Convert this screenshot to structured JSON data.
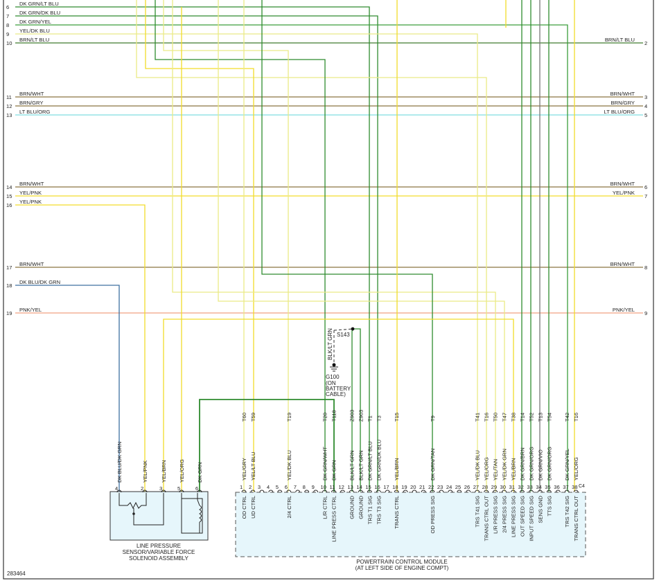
{
  "diagram_id": "283464",
  "colors": {
    "BRN_LT_BLU": "#3e7a2e",
    "DK_GRN": "#2e8b2e",
    "DK_GRN_YEL": "#3a9d3a",
    "YEL": "#f2dc2a",
    "YEL_LIGHT": "#eaea86",
    "BRN": "#8a7440",
    "LT_BLU_ORG": "#7fdde0",
    "BLUE": "#3d6fa0",
    "PNK_YEL": "#f0a080",
    "GRAY": "#777777",
    "LIME": "#9bd94a",
    "FRAME": "#333333"
  },
  "left_wires": [
    {
      "num": "6",
      "label": "DK GRN/LT BLU"
    },
    {
      "num": "7",
      "label": "DK GRN/DK BLU"
    },
    {
      "num": "8",
      "label": "DK GRN/YEL"
    },
    {
      "num": "9",
      "label": "YEL/DK BLU"
    },
    {
      "num": "10",
      "label": "BRN/LT BLU"
    },
    {
      "num": "11",
      "label": "BRN/WHT"
    },
    {
      "num": "12",
      "label": "BRN/GRY"
    },
    {
      "num": "13",
      "label": "LT BLU/ORG"
    },
    {
      "num": "14",
      "label": "BRN/WHT"
    },
    {
      "num": "15",
      "label": "YEL/PNK"
    },
    {
      "num": "16",
      "label": "YEL/PNK"
    },
    {
      "num": "17",
      "label": "BRN/WHT"
    },
    {
      "num": "18",
      "label": "DK BLU/DK GRN"
    },
    {
      "num": "19",
      "label": "PNK/YEL"
    }
  ],
  "right_wires": [
    {
      "num": "2",
      "label": "BRN/LT BLU"
    },
    {
      "num": "3",
      "label": "BRN/WHT"
    },
    {
      "num": "4",
      "label": "BRN/GRY"
    },
    {
      "num": "5",
      "label": "LT BLU/ORG"
    },
    {
      "num": "6",
      "label": "BRN/WHT"
    },
    {
      "num": "7",
      "label": "YEL/PNK"
    },
    {
      "num": "8",
      "label": "BRN/WHT"
    },
    {
      "num": "9",
      "label": "PNK/YEL"
    }
  ],
  "splice": {
    "id": "S143",
    "wire": "BLK/LT GRN"
  },
  "ground": {
    "id": "G100",
    "note_lines": [
      "(ON",
      "BATTERY",
      "CABLE)"
    ]
  },
  "sensor": {
    "name_lines": [
      "LINE PRESSURE",
      "SENSOR/VARIABLE FORCE",
      "SOLENOID ASSEMBLY"
    ],
    "pins": [
      {
        "pin": "4",
        "wire": "DK BLU/DK GRN"
      },
      {
        "pin": "2",
        "wire": "YEL/PNK"
      },
      {
        "pin": "3",
        "wire": "YEL/BRN"
      },
      {
        "pin": "5",
        "wire": "YEL/ORG"
      },
      {
        "pin": "6",
        "wire": "DK GRN"
      }
    ]
  },
  "pcm": {
    "name_lines": [
      "POWERTRAIN CONTROL MODULE",
      "(AT LEFT SIDE OF ENGINE COMPT)"
    ],
    "pins": [
      {
        "pin": "1",
        "circuit": "T60",
        "wire": "YEL/GRY",
        "func": "OD CTRL"
      },
      {
        "pin": "2",
        "circuit": "T59",
        "wire": "YEL/LT BLU",
        "func": "UD CTRL"
      },
      {
        "pin": "3",
        "circuit": "",
        "wire": "",
        "func": ""
      },
      {
        "pin": "4",
        "circuit": "",
        "wire": "",
        "func": ""
      },
      {
        "pin": "5",
        "circuit": "",
        "wire": "",
        "func": ""
      },
      {
        "pin": "6",
        "circuit": "T19",
        "wire": "YEL/DK BLU",
        "func": "2/4 CTRL"
      },
      {
        "pin": "7",
        "circuit": "",
        "wire": "",
        "func": ""
      },
      {
        "pin": "8",
        "circuit": "",
        "wire": "",
        "func": ""
      },
      {
        "pin": "9",
        "circuit": "",
        "wire": "",
        "func": ""
      },
      {
        "pin": "10",
        "circuit": "T20",
        "wire": "DK GRN/WHT",
        "func": "L/R CTRL"
      },
      {
        "pin": "11",
        "circuit": "T118",
        "wire": "DK GRN",
        "func": "LINE PRESS CTRL"
      },
      {
        "pin": "12",
        "circuit": "",
        "wire": "",
        "func": ""
      },
      {
        "pin": "13",
        "circuit": "Z903",
        "wire": "BLK/LT GRN",
        "func": "GROUND"
      },
      {
        "pin": "14",
        "circuit": "Z903",
        "wire": "BLK/LT GRN",
        "func": "GROUND"
      },
      {
        "pin": "15",
        "circuit": "T1",
        "wire": "DK GRN/LT BLU",
        "func": "TRS T1 SIG"
      },
      {
        "pin": "16",
        "circuit": "T3",
        "wire": "DK GRN/DK BLU",
        "func": "TRS T3 SIG"
      },
      {
        "pin": "17",
        "circuit": "",
        "wire": "",
        "func": ""
      },
      {
        "pin": "18",
        "circuit": "T15",
        "wire": "YEL/BRN",
        "func": "TRANS CTRL"
      },
      {
        "pin": "19",
        "circuit": "",
        "wire": "",
        "func": ""
      },
      {
        "pin": "20",
        "circuit": "",
        "wire": "",
        "func": ""
      },
      {
        "pin": "21",
        "circuit": "",
        "wire": "",
        "func": ""
      },
      {
        "pin": "22",
        "circuit": "T9",
        "wire": "DK GRN/TAN",
        "func": "OD PRESS SIG"
      },
      {
        "pin": "23",
        "circuit": "",
        "wire": "",
        "func": ""
      },
      {
        "pin": "24",
        "circuit": "",
        "wire": "",
        "func": ""
      },
      {
        "pin": "25",
        "circuit": "",
        "wire": "",
        "func": ""
      },
      {
        "pin": "26",
        "circuit": "",
        "wire": "",
        "func": ""
      },
      {
        "pin": "27",
        "circuit": "T41",
        "wire": "YEL/DK BLU",
        "func": "TRS T41 SIG"
      },
      {
        "pin": "28",
        "circuit": "T16",
        "wire": "YEL/ORG",
        "func": "TRANS CTRL OUT"
      },
      {
        "pin": "29",
        "circuit": "T50",
        "wire": "YEL/TAN",
        "func": "L/R PRESS SIG"
      },
      {
        "pin": "30",
        "circuit": "T47",
        "wire": "YEL/DK GRN",
        "func": "2/4 PRESS SIG"
      },
      {
        "pin": "31",
        "circuit": "T38",
        "wire": "YEL/BRN",
        "func": "LINE PRESS SIG"
      },
      {
        "pin": "32",
        "circuit": "T14",
        "wire": "DK GRN/BRN",
        "func": "OUT SPEED SIG"
      },
      {
        "pin": "33",
        "circuit": "T52",
        "wire": "DK GRN/ORG",
        "func": "INPUT SPEED SIG"
      },
      {
        "pin": "34",
        "circuit": "T13",
        "wire": "DK GRN/VIO",
        "func": "SENS GND"
      },
      {
        "pin": "35",
        "circuit": "T54",
        "wire": "DK GRN/ORG",
        "func": "TTS SIG"
      },
      {
        "pin": "36",
        "circuit": "",
        "wire": "",
        "func": ""
      },
      {
        "pin": "37",
        "circuit": "T42",
        "wire": "DK GRN/YEL",
        "func": "TRS T42 SIG"
      },
      {
        "pin": "38",
        "circuit": "T16",
        "wire": "YEL/ORG",
        "func": "TRANS CTRL OUT"
      }
    ],
    "end_mark": "C4"
  }
}
